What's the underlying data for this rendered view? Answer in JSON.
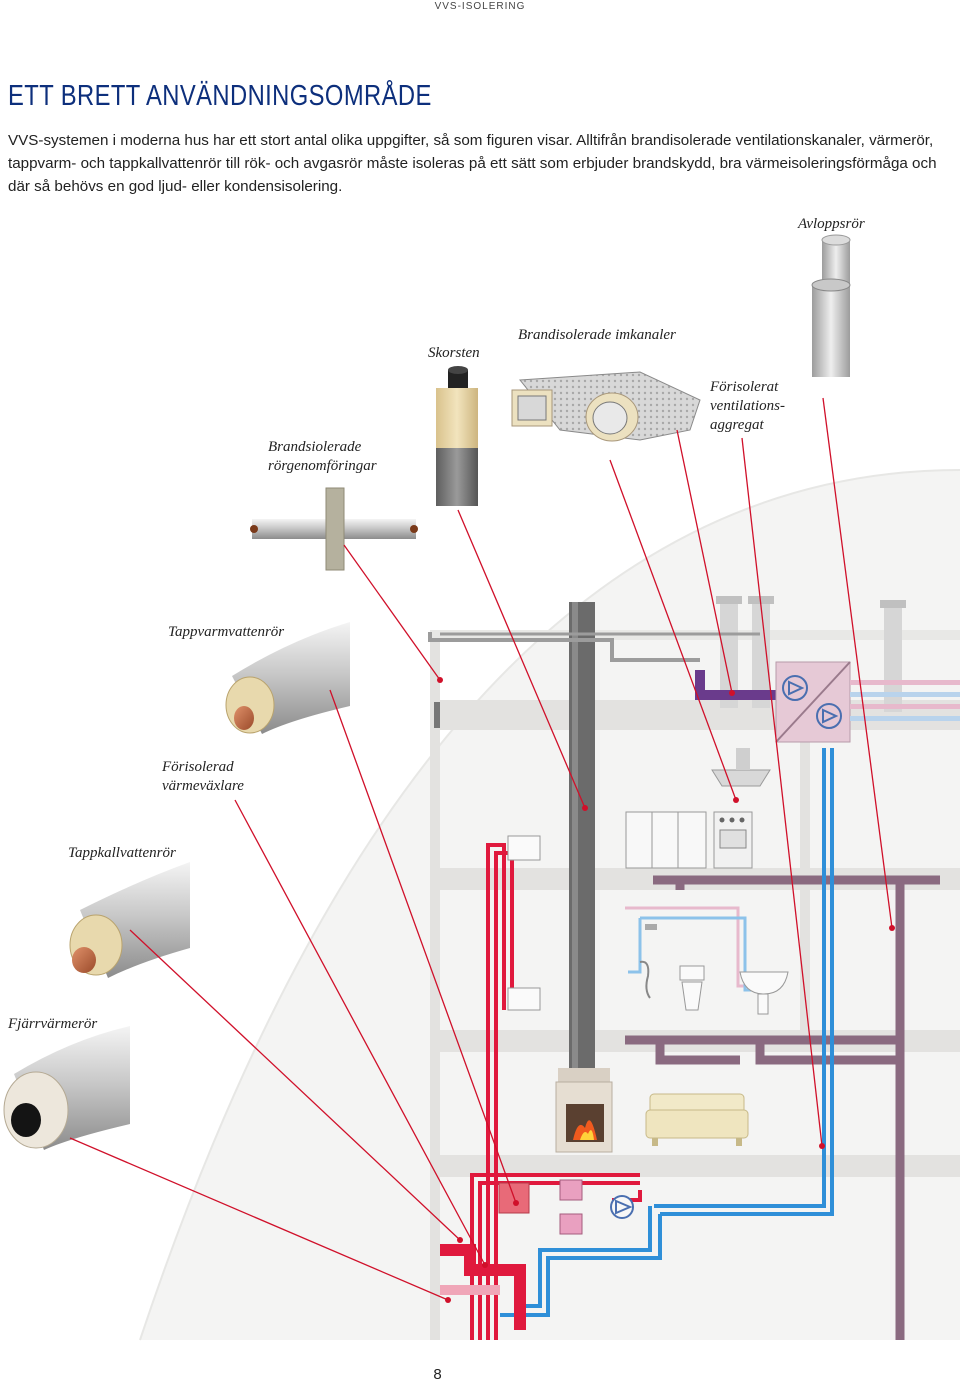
{
  "header": {
    "section": "VVS-ISOLERING"
  },
  "article": {
    "title": "ETT BRETT ANVÄNDNINGSOMRÅDE",
    "body": "VVS-systemen i moderna hus har ett stort antal olika uppgifter, så som figuren visar. Alltifrån brandisolerade ventilationskanaler, värmerör, tappvarm- och tappkallvattenrör till rök- och avgasrör måste isoleras på ett sätt som erbjuder brandskydd, bra värmeisoleringsförmåga och där så behövs en god ljud- eller kondensisolering."
  },
  "labels": {
    "avloppsror": "Avloppsrör",
    "skorsten": "Skorsten",
    "imkanaler": "Brandisolerade imkanaler",
    "ventilation_line1": "Förisolerat",
    "ventilation_line2": "ventilations-",
    "ventilation_line3": "aggregat",
    "genomforing_line1": "Brandsiolerade",
    "genomforing_line2": "rörgenomföringar",
    "tappvarm": "Tappvarmvattenrör",
    "vaxlare_line1": "Förisolerad",
    "vaxlare_line2": "värmeväxlare",
    "tappkall": "Tappkallvattenrör",
    "fjarrvarme": "Fjärrvärmerör"
  },
  "colors": {
    "title": "#0d2f7c",
    "leader_line": "#d0102a",
    "hot_pipe": "#e0193d",
    "cold_pipe": "#2f8fd8",
    "drain_pipe": "#8a6a80",
    "ventilation_duct": "#6a3b8c",
    "chimney": "#6b6b6b",
    "insulation": "#e9d6a6"
  },
  "footer": {
    "page_number": "8"
  }
}
